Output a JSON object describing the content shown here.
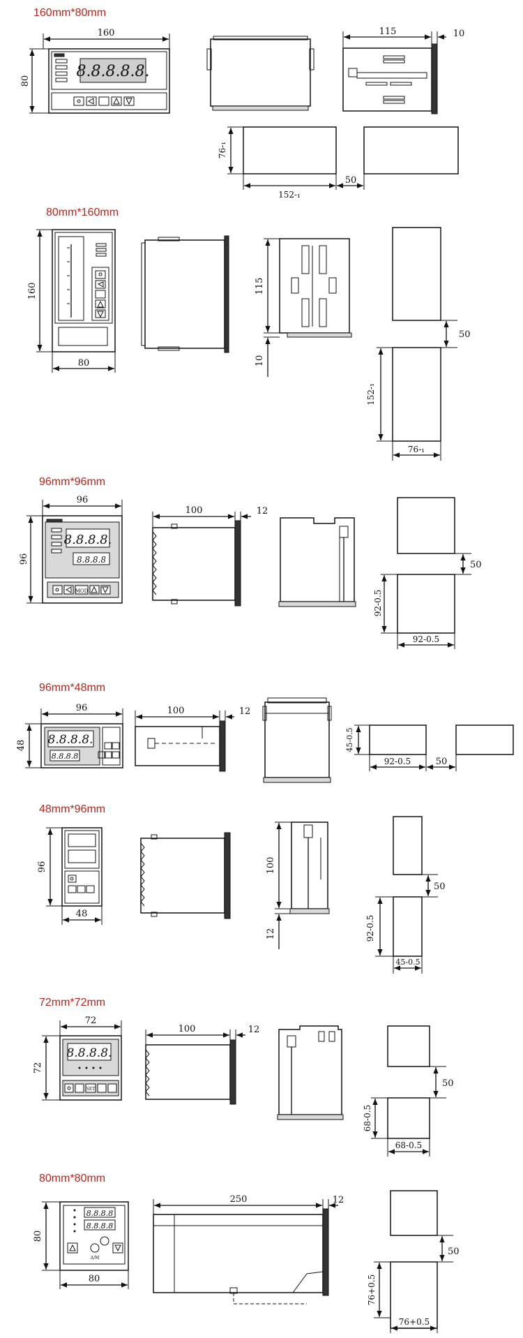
{
  "sections": [
    {
      "title": "160mm*80mm",
      "labels": {
        "front_w": "160",
        "front_h": "80",
        "depth": "115",
        "bezel": "10",
        "cut_h": "76-₁",
        "cut_w": "152-₁",
        "gap": "50"
      },
      "display": "8.8.8.8.8."
    },
    {
      "title": "80mm*160mm",
      "labels": {
        "front_h": "160",
        "front_w": "80",
        "depth": "115",
        "bezel": "10",
        "gap": "50",
        "cut_h": "152-₁",
        "cut_w": "76-₁"
      }
    },
    {
      "title": "96mm*96mm",
      "labels": {
        "front_w": "96",
        "front_h": "96",
        "depth": "100",
        "bezel": "12",
        "gap": "50",
        "cut_h": "92-0.5",
        "cut_w": "92-0.5"
      },
      "display_top": "8.8.8.8.",
      "display_bottom": "8.8.8.8"
    },
    {
      "title": "96mm*48mm",
      "labels": {
        "front_w": "96",
        "front_h": "48",
        "depth": "100",
        "bezel": "12",
        "cut_h": "45-0.5",
        "cut_w": "92-0.5",
        "gap": "50"
      },
      "display_top": "8.8.8.8.",
      "display_bottom": "8.8.8.8"
    },
    {
      "title": "48mm*96mm",
      "labels": {
        "front_h": "96",
        "front_w": "48",
        "depth": "100",
        "bezel": "12",
        "gap": "50",
        "cut_h": "92-0.5",
        "cut_w": "45-0.5"
      }
    },
    {
      "title": "72mm*72mm",
      "labels": {
        "front_w": "72",
        "front_h": "72",
        "depth": "100",
        "bezel": "12",
        "gap": "50",
        "cut_h": "68-0.5",
        "cut_w": "68-0.5"
      },
      "display": "8.8.8.8."
    },
    {
      "title": "80mm*80mm",
      "labels": {
        "front_h": "80",
        "front_w": "80",
        "depth": "250",
        "bezel": "12",
        "gap": "50",
        "cut_h": "76+0.5",
        "cut_w": "76+0.5"
      },
      "display_top": "8.8.8.8",
      "display_bottom": "8.8.8.8",
      "am_label": "A/M"
    }
  ],
  "button_labels": {
    "mode": "MOD",
    "set": "SET",
    "am": "A/M"
  },
  "colors": {
    "title": "#b3261e",
    "line": "#111111",
    "panel": "#d9d9d9"
  }
}
